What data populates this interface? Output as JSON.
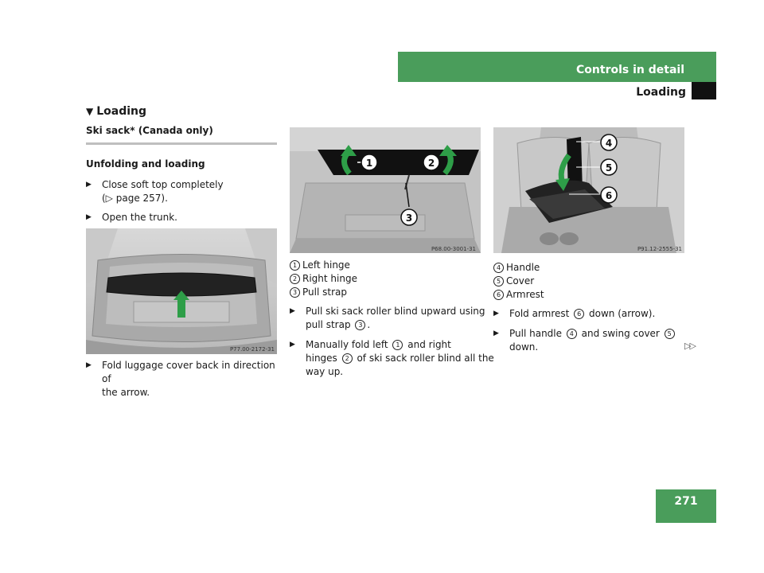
{
  "header": {
    "section": "Controls in detail",
    "subsection": "Loading",
    "page_number": "271"
  },
  "section_title": "Loading",
  "subsection_title": "Ski sack* (Canada only)",
  "procedure_title": "Unfolding and loading",
  "col1": {
    "bullet1_line1": "Close soft top completely",
    "bullet1_line2": "(▷ page 257).",
    "bullet2": "Open the trunk.",
    "image_code": "P77.00-2172-31",
    "bullet3_line1": "Fold luggage cover back in direction of",
    "bullet3_line2": "the arrow."
  },
  "col2": {
    "image_code": "P68.00-3001-31",
    "legend": [
      {
        "num": "1",
        "label": "Left hinge"
      },
      {
        "num": "2",
        "label": "Right hinge"
      },
      {
        "num": "3",
        "label": "Pull strap"
      }
    ],
    "bullet1_line1": "Pull ski sack roller blind upward using",
    "bullet1_line2a": "pull strap",
    "bullet1_line2b": ".",
    "bullet2_line1a": "Manually fold left",
    "bullet2_line1b": "and right",
    "bullet2_line2a": "hinges",
    "bullet2_line2b": "of ski sack roller blind all the",
    "bullet2_line3": "way up."
  },
  "col3": {
    "image_code": "P91.12-2555-31",
    "legend": [
      {
        "num": "4",
        "label": "Handle"
      },
      {
        "num": "5",
        "label": "Cover"
      },
      {
        "num": "6",
        "label": "Armrest"
      }
    ],
    "bullet1a": "Fold armrest",
    "bullet1b": "down (arrow).",
    "bullet2_line1a": "Pull handle",
    "bullet2_line1b": "and swing cover",
    "bullet2_line2": "down."
  },
  "continue_mark": "▷▷",
  "colors": {
    "brand_green": "#4a9d5b",
    "arrow_green": "#2e9e48"
  }
}
